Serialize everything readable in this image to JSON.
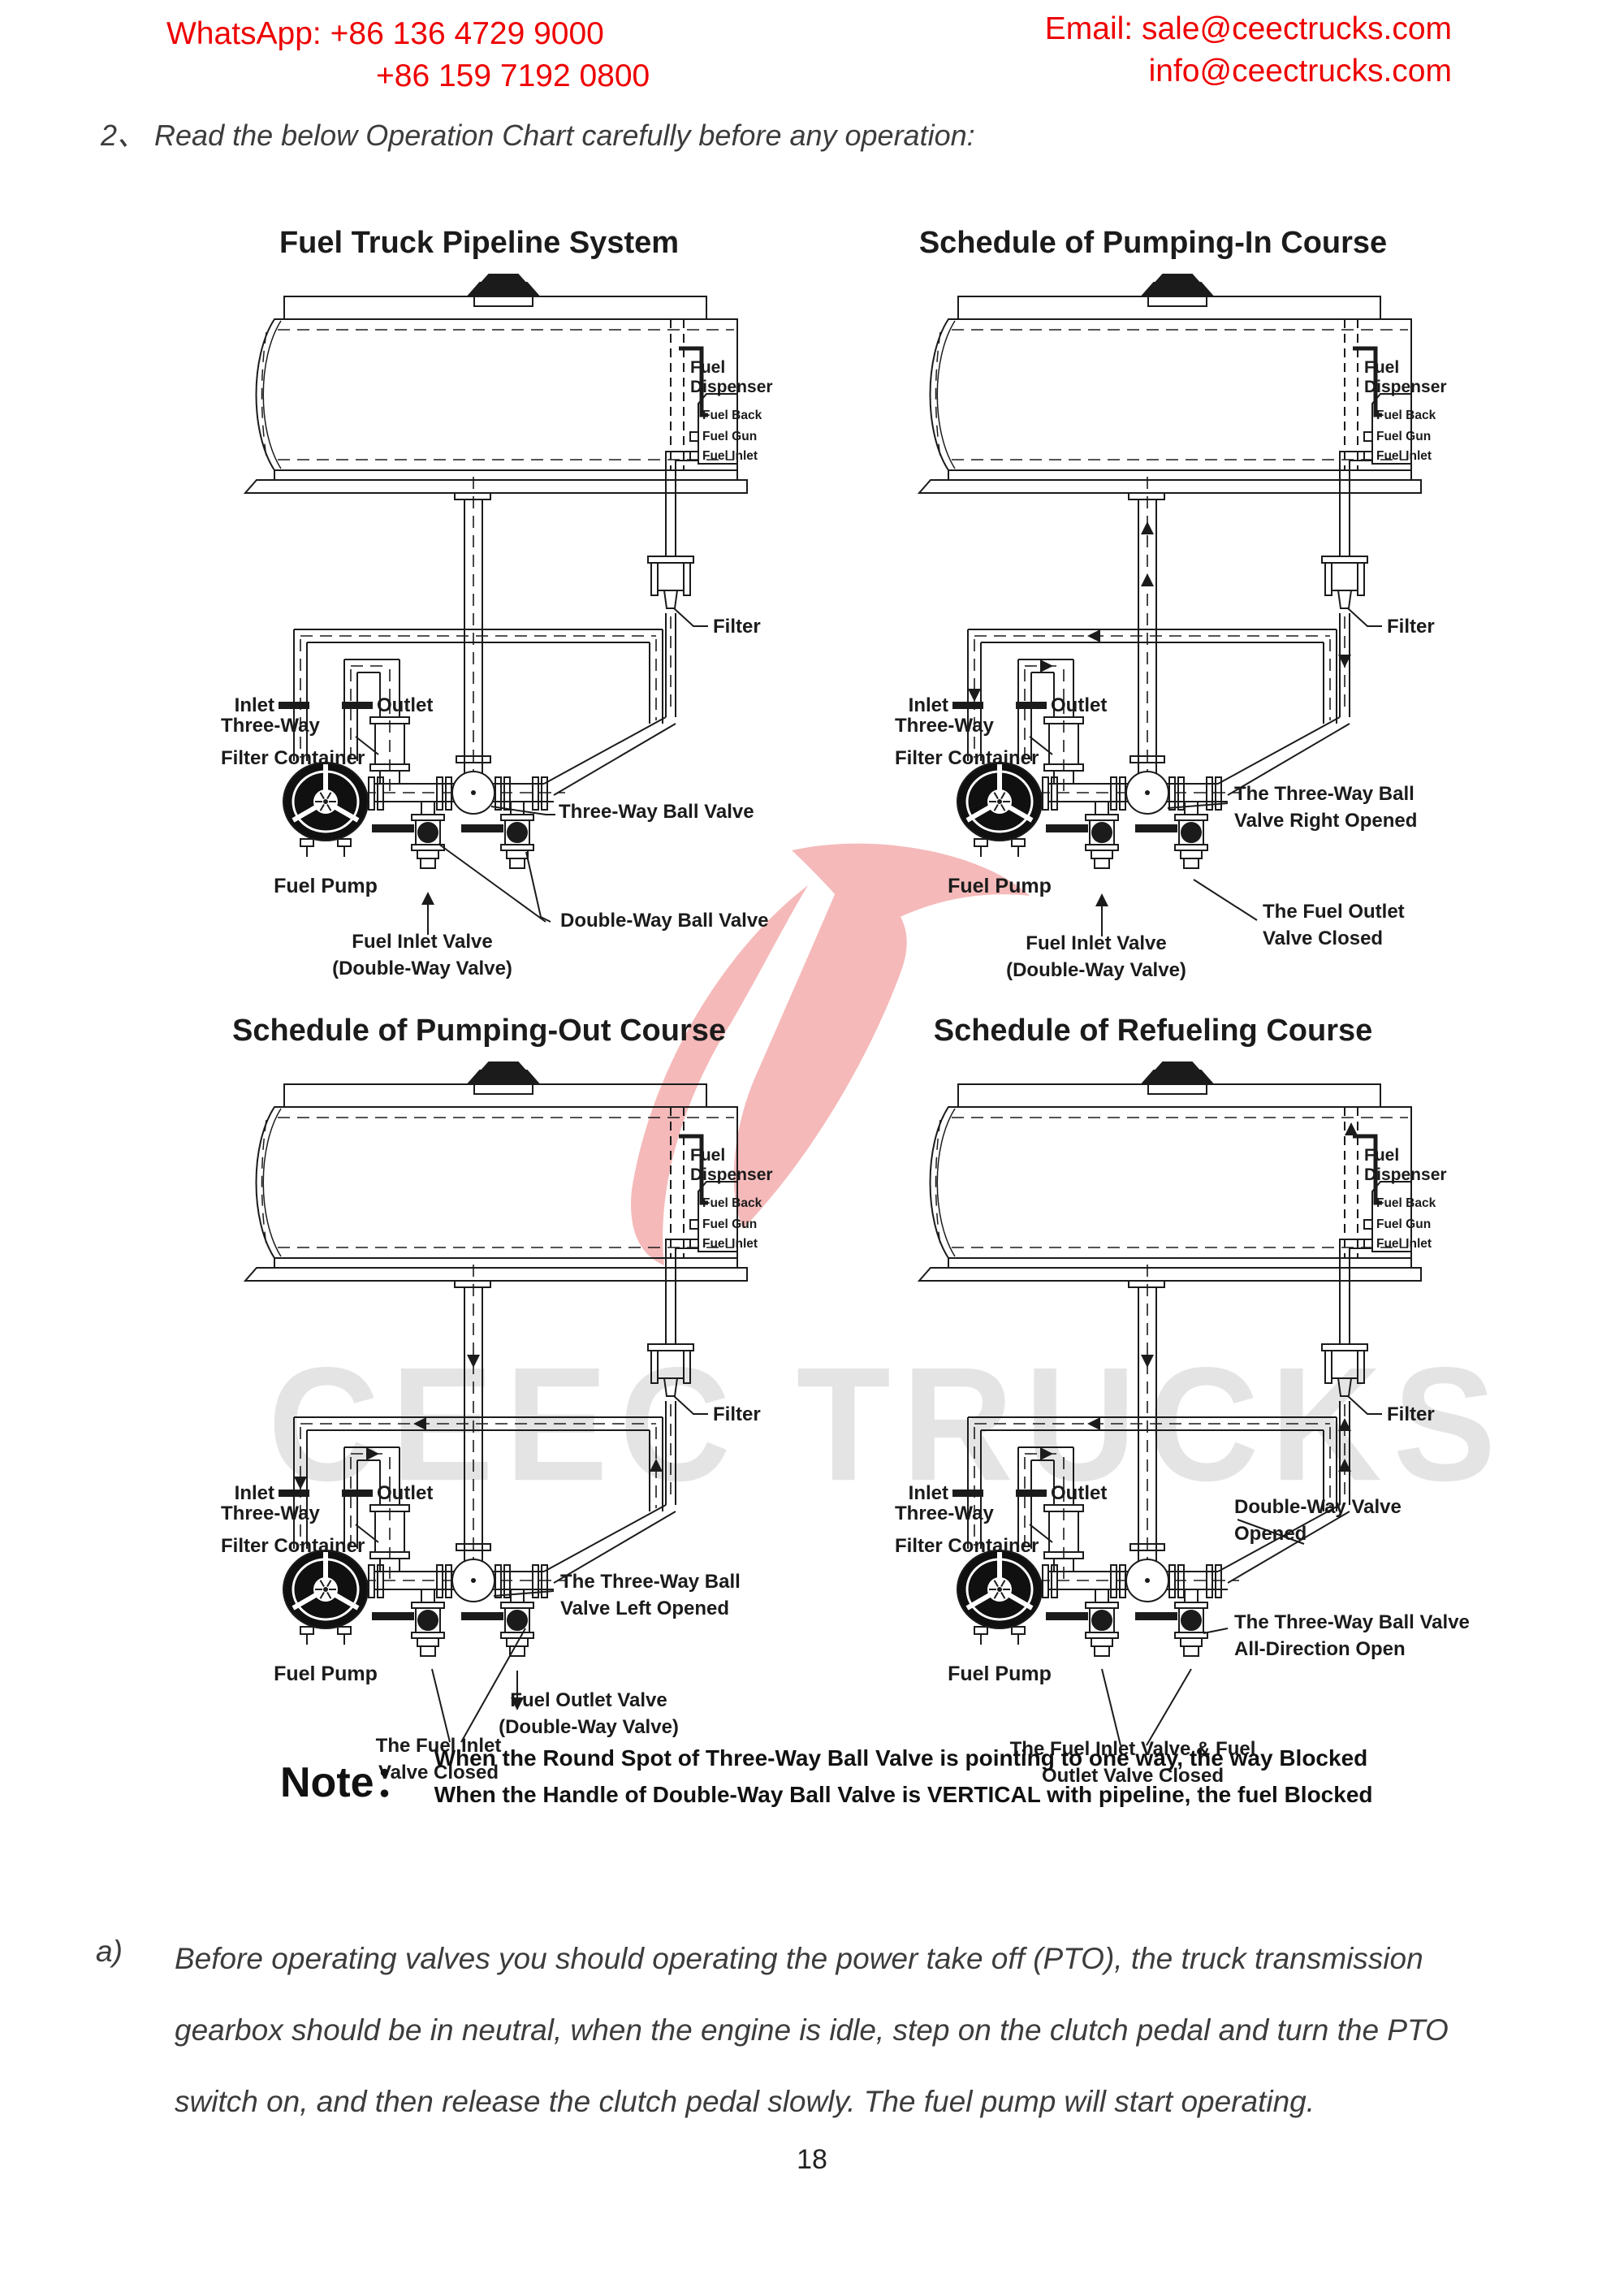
{
  "header": {
    "whatsapp": {
      "label": "WhatsApp:",
      "number1": "+86 136 4729 9000",
      "number2": "+86 159 7192 0800"
    },
    "email": {
      "label": "Email:",
      "address1": "sale@ceectrucks.com",
      "address2": "info@ceectrucks.com"
    },
    "accent_color": "#ee0000"
  },
  "intro": "2、 Read the below Operation Chart carefully before any operation:",
  "watermark": {
    "text": "CEEC TRUCKS",
    "text_color": "#cfcfcf",
    "logo_color": "#f5b9b9"
  },
  "common_labels": {
    "dispenser_line1": "Fuel",
    "dispenser_line2": "Dispenser",
    "fuel_back": "Fuel Back",
    "fuel_gun": "Fuel Gun",
    "fuel_inlet": "Fuel Inlet",
    "filter": "Filter",
    "inlet": "Inlet",
    "outlet": "Outlet",
    "fuel_pump": "Fuel Pump",
    "three_way": "Three-Way",
    "filter_container": "Filter Container"
  },
  "diagrams": [
    {
      "id": "d1",
      "title": "Fuel Truck Pipeline System",
      "callouts": [
        [
          "Three-Way Ball Valve"
        ],
        [
          "Double-Way Ball Valve"
        ],
        [
          "Fuel Inlet Valve",
          "(Double-Way Valve)"
        ]
      ]
    },
    {
      "id": "d2",
      "title": "Schedule of Pumping-In Course",
      "callouts": [
        [
          "The Three-Way Ball",
          "Valve Right Opened"
        ],
        [
          "The Fuel Outlet",
          "Valve Closed"
        ],
        [
          "Fuel Inlet Valve",
          "(Double-Way Valve)"
        ]
      ]
    },
    {
      "id": "d3",
      "title": "Schedule of Pumping-Out Course",
      "callouts": [
        [
          "The Three-Way Ball",
          "Valve Left Opened"
        ],
        [
          "The Fuel Inlet",
          "Valve Closed"
        ],
        [
          "Fuel Outlet Valve",
          "(Double-Way Valve)"
        ]
      ]
    },
    {
      "id": "d4",
      "title": "Schedule of Refueling Course",
      "callouts": [
        [
          "Double-Way Valve",
          "Opened"
        ],
        [
          "The Three-Way Ball Valve",
          "All-Direction Open"
        ],
        [
          "The Fuel Inlet Valve & Fuel",
          "Outlet Valve Closed"
        ]
      ]
    }
  ],
  "note": {
    "label": "Note：",
    "lines": [
      "When the Round Spot of Three-Way Ball Valve is pointing to one way, the way Blocked",
      "When the Handle of Double-Way Ball Valve is VERTICAL with pipeline, the fuel Blocked"
    ]
  },
  "paragraph_a": {
    "marker": "a)",
    "lines": [
      "Before operating valves you should operating the power take off (PTO), the truck transmission",
      "gearbox should be in neutral, when the engine is idle, step on the clutch pedal and turn the PTO",
      "switch on, and then release the clutch pedal slowly. The fuel pump will start operating."
    ]
  },
  "footer": {
    "page_number": "18"
  }
}
